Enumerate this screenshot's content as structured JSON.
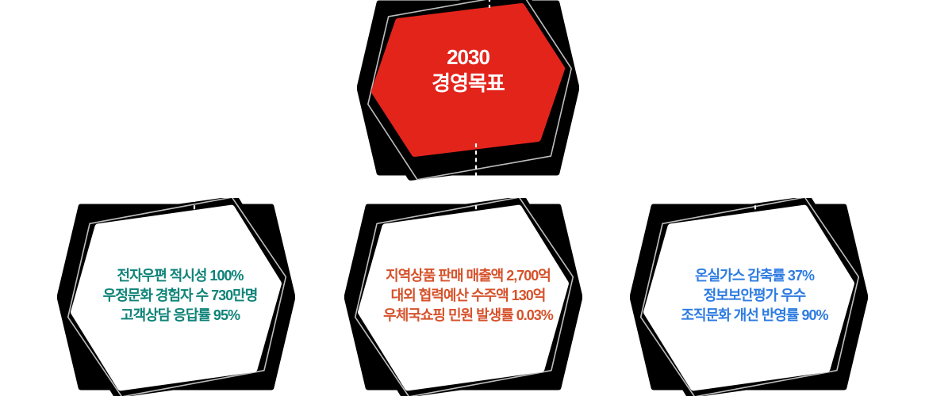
{
  "diagram": {
    "root": {
      "line1": "2030",
      "line2": "경영목표"
    },
    "goals": [
      {
        "id": "mail-service",
        "lines": [
          "전자우편 적시성 100%",
          "우정문화 경험자 수 730만명",
          "고객상담 응답률 95%"
        ]
      },
      {
        "id": "business-revenue",
        "lines": [
          "지역상품 판매 매출액 2,700억",
          "대외 협력예산 수주액 130억",
          "우체국쇼핑 민원 발생률 0.03%"
        ]
      },
      {
        "id": "esg",
        "lines": [
          "온실가스 감축률 37%",
          "정보보안평가 우수",
          "조직문화 개선 반영률 90%"
        ]
      }
    ]
  },
  "colors": {
    "root_fill": "#e3241b",
    "root_text": "#ffffff",
    "goal_fill": "#ffffff",
    "goal1_text": "#0f8378",
    "goal2_text": "#d6522b",
    "goal3_text": "#2e7ce2",
    "border": "#000000",
    "sketch_outline": "#bdbdbd",
    "connector": "#ffffff"
  }
}
